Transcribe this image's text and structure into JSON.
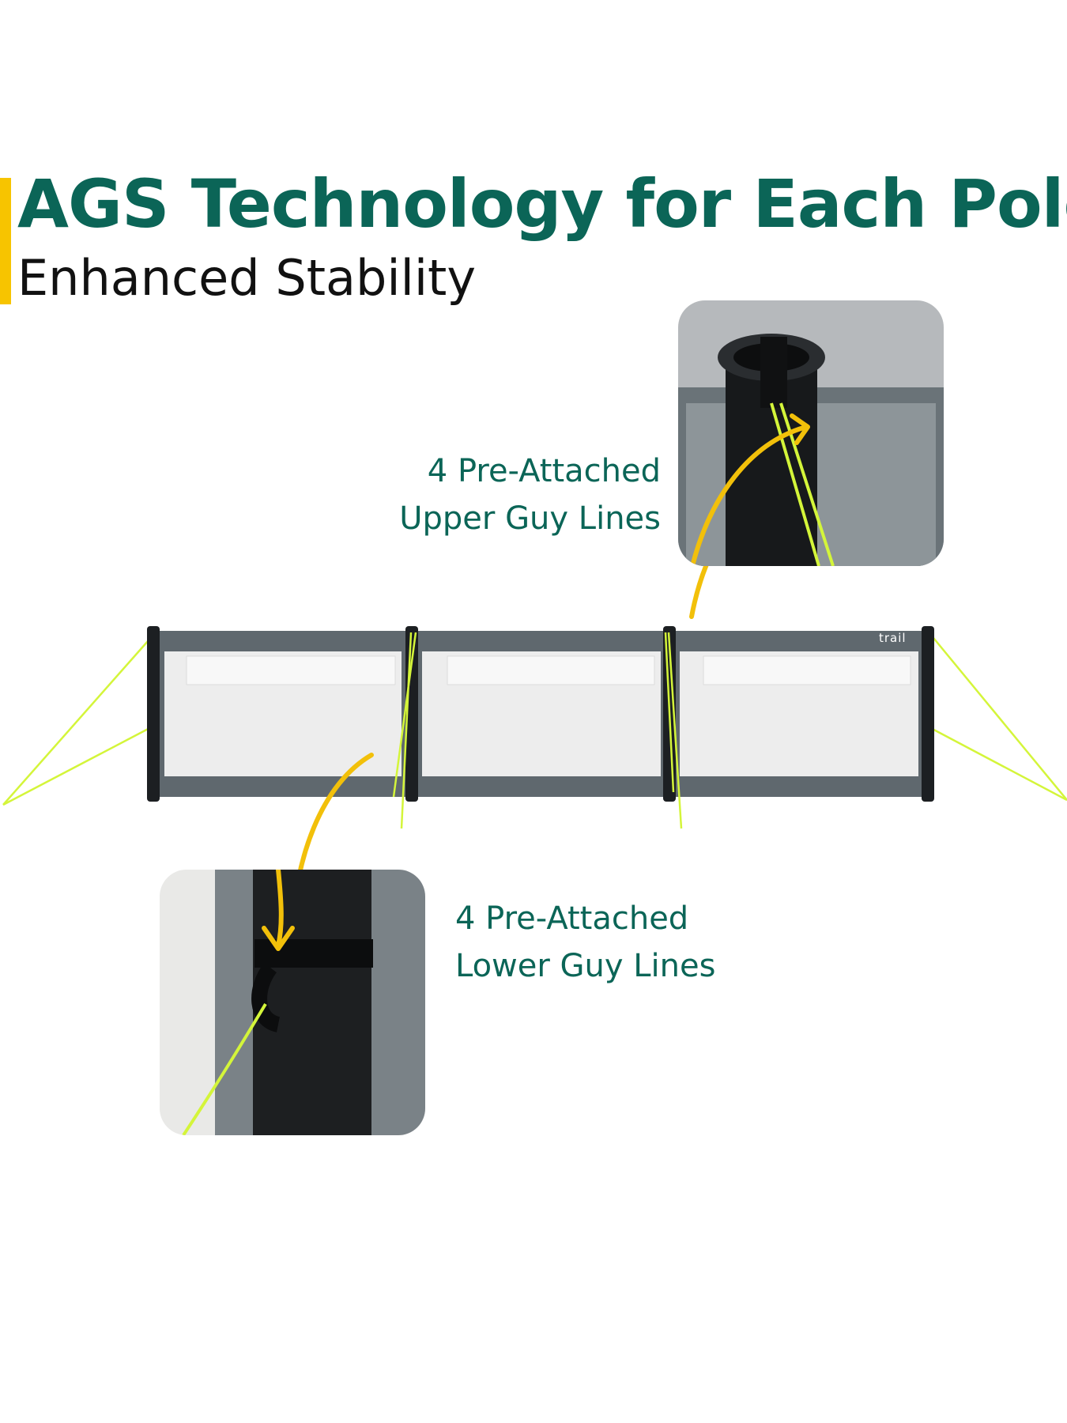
{
  "header": {
    "title": "AGS Technology for Each Pole",
    "subtitle": "Enhanced Stability"
  },
  "callouts": {
    "upper": {
      "line1": "4 Pre-Attached",
      "line2": "Upper Guy Lines"
    },
    "lower": {
      "line1": "4 Pre-Attached",
      "line2": "Lower Guy Lines"
    }
  },
  "product": {
    "logo_text": "trail",
    "panel_count": 3,
    "pole_count": 4
  },
  "colors": {
    "title_teal": "#0b6557",
    "accent_yellow": "#f7c400",
    "arrow_yellow": "#f2c00a",
    "guy_line_green": "#d4f53a",
    "frame_gray": "#5d666c",
    "pole_black": "#1c1f22"
  },
  "icons": [
    "curved-arrow-icon"
  ]
}
